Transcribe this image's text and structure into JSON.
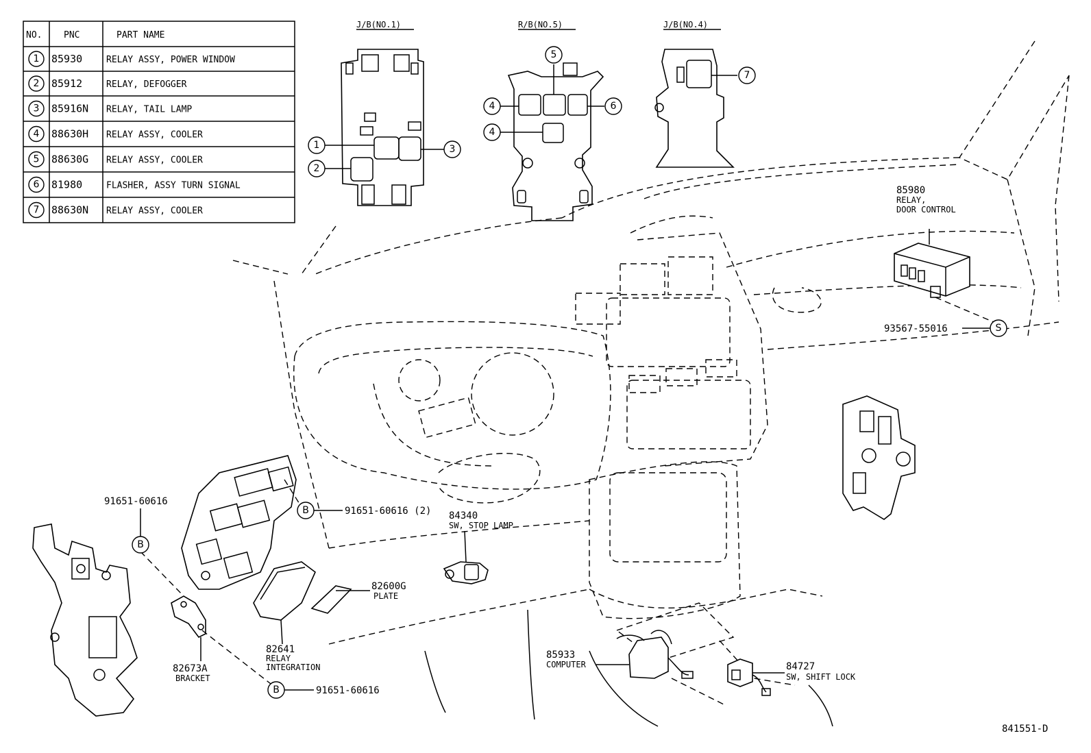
{
  "table": {
    "headers": [
      "NO.",
      "PNC",
      "PART NAME"
    ],
    "rows": [
      {
        "no": "1",
        "pnc": "85930",
        "name": "RELAY ASSY, POWER WINDOW"
      },
      {
        "no": "2",
        "pnc": "85912",
        "name": "RELAY, DEFOGGER"
      },
      {
        "no": "3",
        "pnc": "85916N",
        "name": "RELAY, TAIL LAMP"
      },
      {
        "no": "4",
        "pnc": "88630H",
        "name": "RELAY ASSY, COOLER"
      },
      {
        "no": "5",
        "pnc": "88630G",
        "name": "RELAY ASSY, COOLER"
      },
      {
        "no": "6",
        "pnc": "81980",
        "name": "FLASHER, ASSY TURN SIGNAL"
      },
      {
        "no": "7",
        "pnc": "88630N",
        "name": "RELAY ASSY, COOLER"
      }
    ]
  },
  "boxes": {
    "jb1": "J/B(NO.1)",
    "rb5": "R/B(NO.5)",
    "jb4": "J/B(NO.4)"
  },
  "callouts": {
    "jb1": [
      "1",
      "2",
      "3"
    ],
    "rb5": [
      "5",
      "4",
      "6",
      "4"
    ],
    "jb4": [
      "7"
    ],
    "s": "S",
    "b": "B"
  },
  "parts": {
    "door_relay": {
      "pnc": "85980",
      "line1": "RELAY,",
      "line2": "DOOR CONTROL"
    },
    "screw": "93567-55016",
    "bolt_top_left": "91651-60616",
    "bolt_right": "91651-60616 (2)",
    "bolt_bottom": "91651-60616",
    "stop_lamp": {
      "pnc": "84340",
      "name": "SW, STOP LAMP"
    },
    "plate": {
      "pnc": "82600G",
      "name": "PLATE"
    },
    "relay_integration": {
      "pnc": "82641",
      "line1": "RELAY",
      "line2": "INTEGRATION"
    },
    "bracket": {
      "pnc": "82673A",
      "name": "BRACKET"
    },
    "computer": {
      "pnc": "85933",
      "name": "COMPUTER"
    },
    "shift_lock": {
      "pnc": "84727",
      "name": "SW, SHIFT LOCK"
    }
  },
  "figure_id": "841551-D"
}
